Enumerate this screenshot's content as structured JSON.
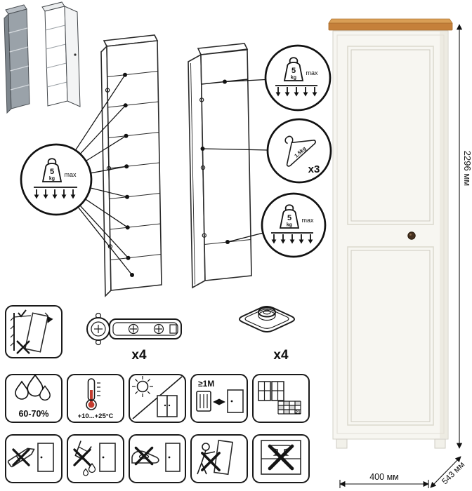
{
  "load_badges": {
    "shelf": {
      "value": "5",
      "unit": "kg",
      "max": "max"
    },
    "rod": {
      "value": "5",
      "unit": "kg",
      "max": "max"
    },
    "bottom": {
      "value": "5",
      "unit": "kg",
      "max": "max"
    },
    "hanger": {
      "capacity": "1.5kg",
      "count": "x3"
    }
  },
  "dimensions": {
    "height": "2296 мм",
    "width": "400 мм",
    "depth": "543 мм"
  },
  "hardware": {
    "hinge_count": "x4",
    "support_count": "x4"
  },
  "care": {
    "humidity": "60-70%",
    "temperature": "+10...+25°C",
    "min_distance": "≥1M",
    "grid_number": "21"
  }
}
